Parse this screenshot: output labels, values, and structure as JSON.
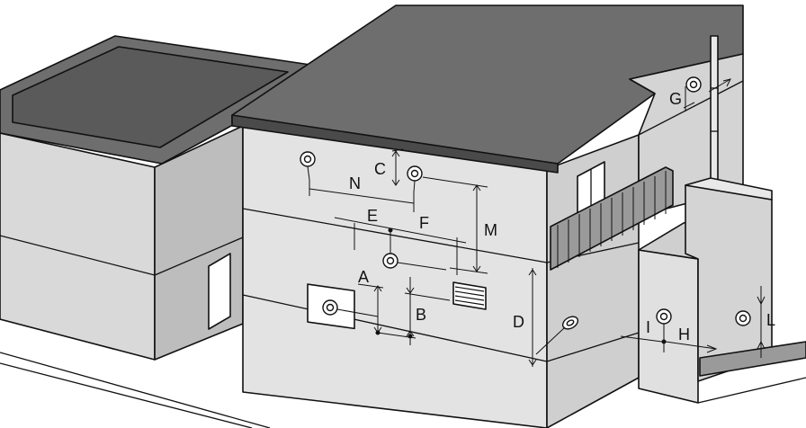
{
  "diagram": {
    "labels": [
      {
        "id": "A",
        "text": "A"
      },
      {
        "id": "B",
        "text": "B"
      },
      {
        "id": "C",
        "text": "C"
      },
      {
        "id": "D",
        "text": "D"
      },
      {
        "id": "E",
        "text": "E"
      },
      {
        "id": "F",
        "text": "F"
      },
      {
        "id": "G",
        "text": "G"
      },
      {
        "id": "H",
        "text": "H"
      },
      {
        "id": "I",
        "text": "I"
      },
      {
        "id": "L",
        "text": "L"
      },
      {
        "id": "M",
        "text": "M"
      },
      {
        "id": "N",
        "text": "N"
      }
    ],
    "colors": {
      "roof": "#6e6e6e",
      "roof_edge": "#4a4a4a",
      "wall_light": "#e3e3e3",
      "wall_mid": "#cfcfcf",
      "wall_dark": "#bdbdbd",
      "outline": "#111111"
    }
  }
}
